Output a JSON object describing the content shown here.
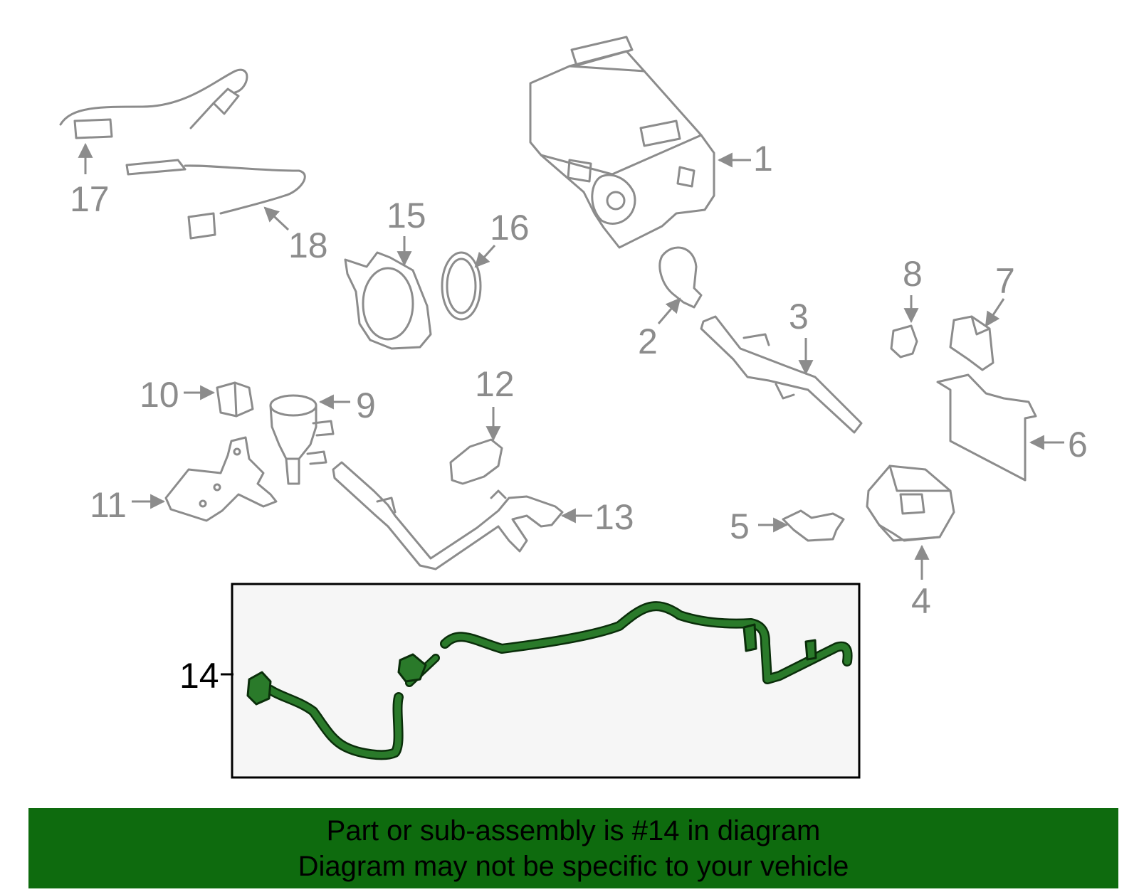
{
  "diagram": {
    "part_color": "#8c8c8c",
    "highlight_color": "#000000",
    "highlight_part_fill": "#2a7a2a",
    "inset_background": "#f6f6f6",
    "callouts": [
      {
        "id": "c1",
        "label": "1"
      },
      {
        "id": "c2",
        "label": "2"
      },
      {
        "id": "c3",
        "label": "3"
      },
      {
        "id": "c4",
        "label": "4"
      },
      {
        "id": "c5",
        "label": "5"
      },
      {
        "id": "c6",
        "label": "6"
      },
      {
        "id": "c7",
        "label": "7"
      },
      {
        "id": "c8",
        "label": "8"
      },
      {
        "id": "c9",
        "label": "9"
      },
      {
        "id": "c10",
        "label": "10"
      },
      {
        "id": "c11",
        "label": "11"
      },
      {
        "id": "c12",
        "label": "12"
      },
      {
        "id": "c13",
        "label": "13"
      },
      {
        "id": "c14",
        "label": "14"
      },
      {
        "id": "c15",
        "label": "15"
      },
      {
        "id": "c16",
        "label": "16"
      },
      {
        "id": "c17",
        "label": "17"
      },
      {
        "id": "c18",
        "label": "18"
      }
    ]
  },
  "banner": {
    "background": "#0e6b0e",
    "line1": "Part or sub-assembly is #14 in diagram",
    "line2": "Diagram may not be specific to your vehicle"
  }
}
